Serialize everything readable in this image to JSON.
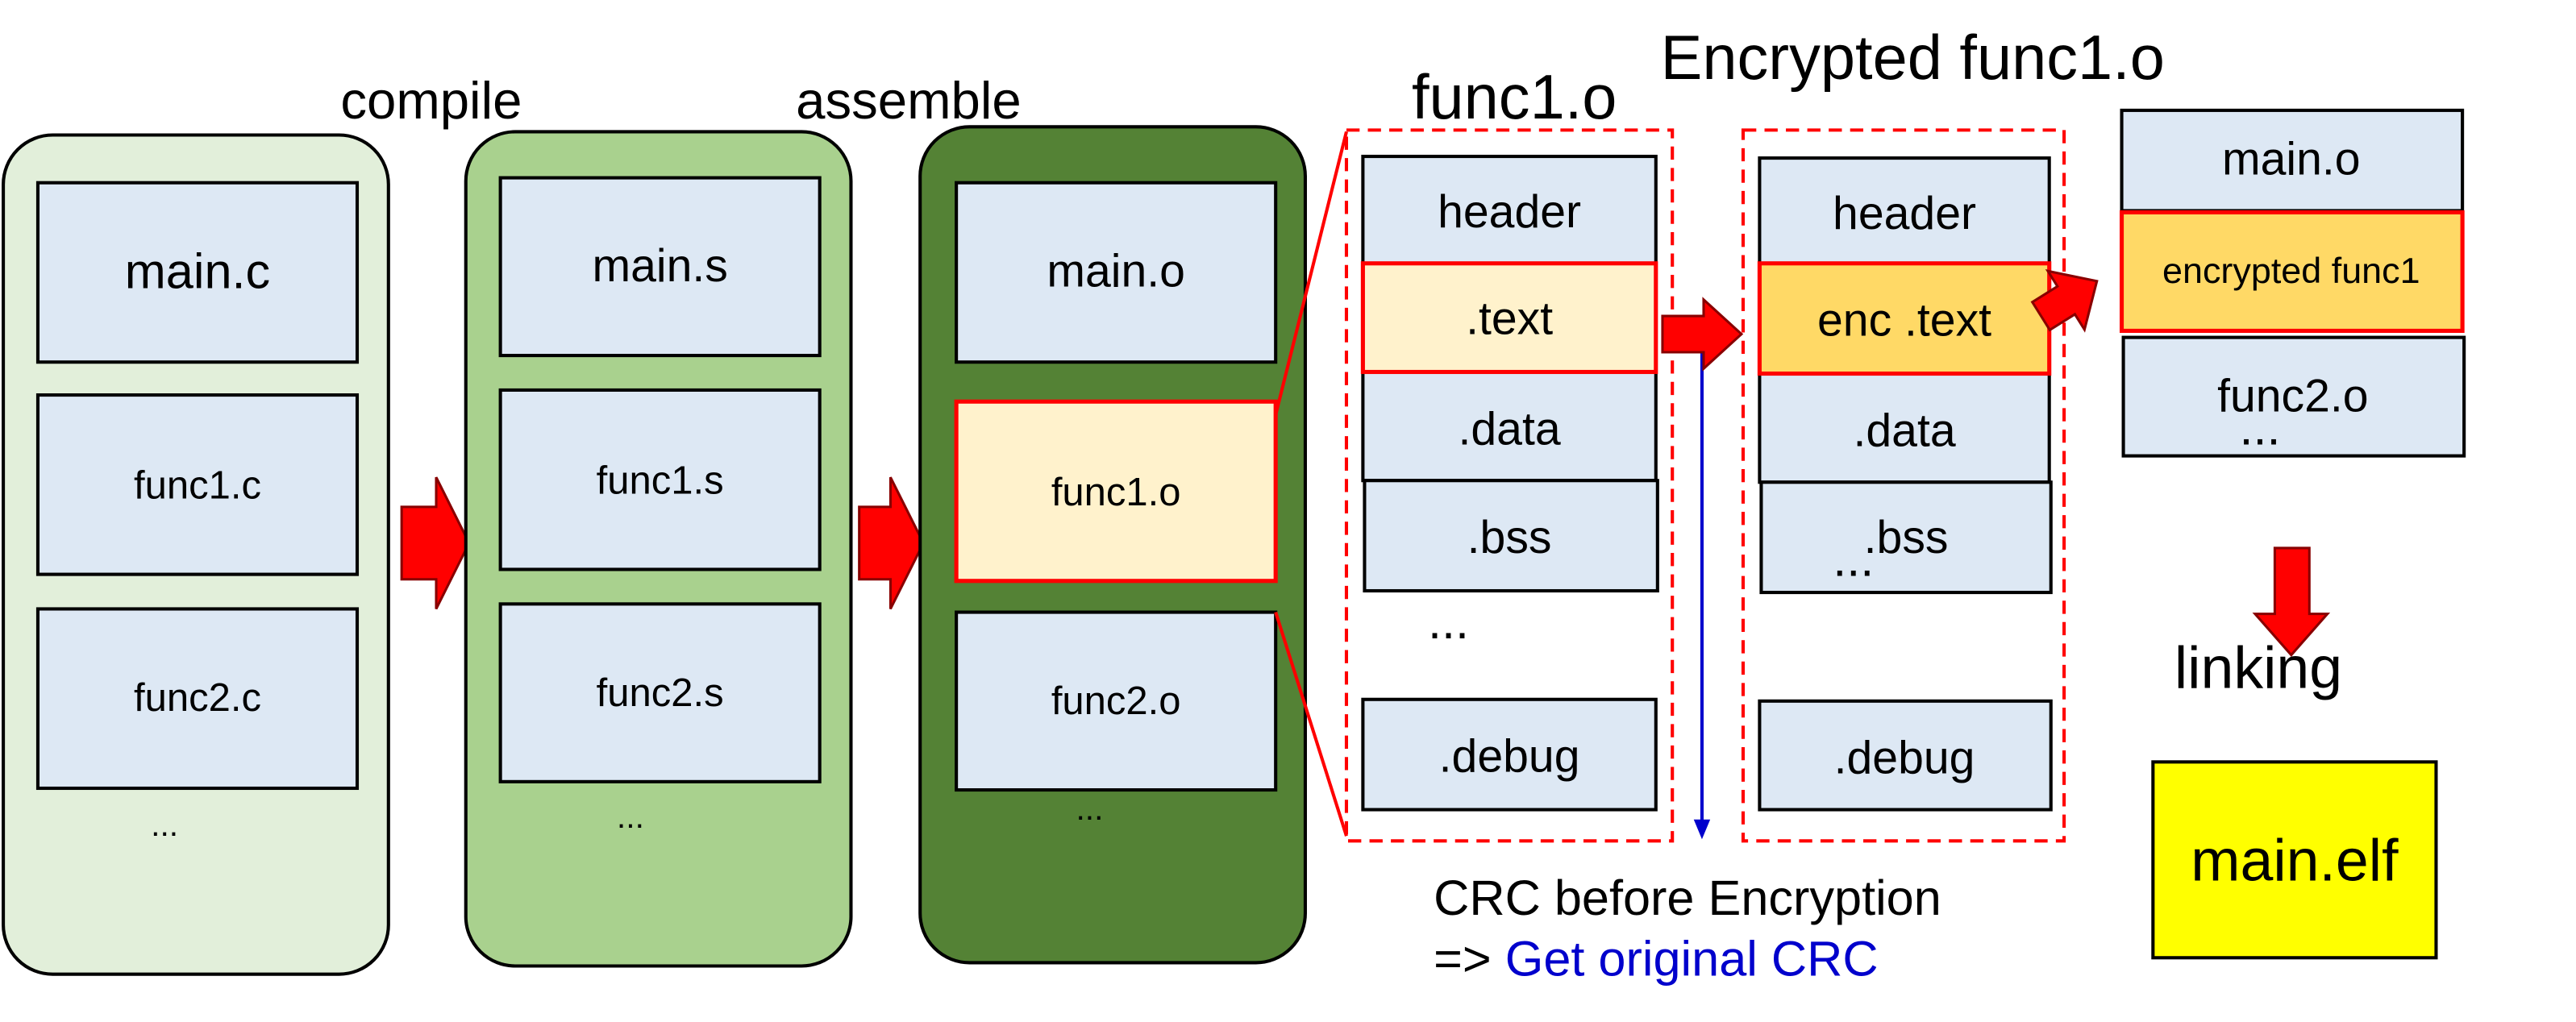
{
  "stages": {
    "compile_label": "compile",
    "assemble_label": "assemble",
    "source_column": {
      "items": [
        "main.c",
        "func1.c",
        "func2.c"
      ],
      "ellipsis": "..."
    },
    "asm_column": {
      "items": [
        "main.s",
        "func1.s",
        "func2.s"
      ],
      "ellipsis": "..."
    },
    "obj_column": {
      "items": [
        "main.o",
        "func1.o",
        "func2.o"
      ],
      "ellipsis": "..."
    }
  },
  "func1_o": {
    "title": "func1.o",
    "sections": [
      "header",
      ".text",
      ".data",
      ".bss"
    ],
    "ellipsis": "...",
    "debug": ".debug"
  },
  "encrypted_func1_o": {
    "title": "Encrypted func1.o",
    "sections": [
      "header",
      "enc .text",
      ".data",
      ".bss"
    ],
    "ellipsis": "...",
    "debug": ".debug"
  },
  "link_inputs": {
    "items": [
      "main.o",
      "encrypted func1",
      "func2.o"
    ],
    "ellipsis": "..."
  },
  "linking_label": "linking",
  "output": "main.elf",
  "crc_note": {
    "line1": "CRC before Encryption",
    "line2_prefix": "=> ",
    "line2_highlight": "Get original CRC"
  },
  "colors": {
    "column1_fill": "#e2efda",
    "column2_fill": "#a9d18e",
    "column3_fill": "#548235",
    "box_fill": "#dde8f4",
    "highlight_fill": "#fff2cc",
    "encrypted_fill": "#ffd966",
    "arrow_red": "#ff0000",
    "crc_blue": "#0000cc",
    "output_fill": "#ffff00"
  }
}
